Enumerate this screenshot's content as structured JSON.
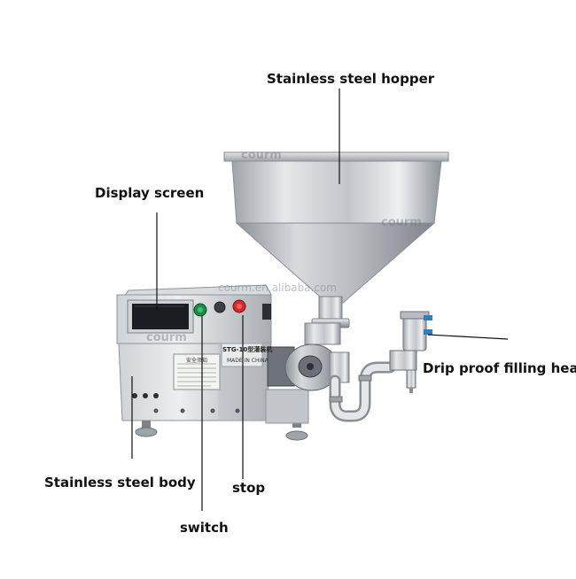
{
  "labels": {
    "hopper": "Stainless steel hopper",
    "display": "Display screen",
    "filling_head": "Drip proof filling head",
    "body": "Stainless steel body",
    "stop": "stop",
    "switch": "switch"
  },
  "machine_text": {
    "model": "STG-10型灌装机",
    "made_in": "MADE IN CHINA",
    "safety_title": "安全须知"
  },
  "watermarks": {
    "brand": "courm",
    "domain": "courm.en.alibaba.com"
  },
  "colors": {
    "switch_green": "#1e8a4a",
    "stop_red": "#d42a2a",
    "screen": "#1a1d22",
    "steel": "#c9ccd0"
  }
}
